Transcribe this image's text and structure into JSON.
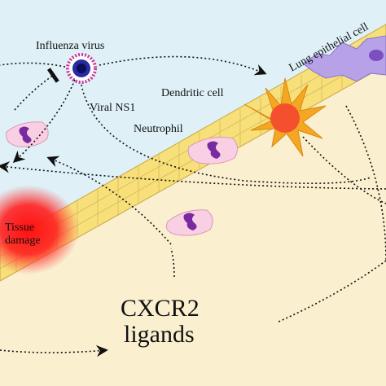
{
  "labels": {
    "influenza_virus": "Influenza virus",
    "lung_epithelial": "Lung epithelial cell",
    "dendritic_cell": "Dendritic cell",
    "viral_ns1": "Viral NS1",
    "neutrophil": "Neutrophil",
    "tissue_damage_line1": "Tissue",
    "tissue_damage_line2": "damage",
    "cxcr2_line1": "CXCR2",
    "cxcr2_line2": "ligands"
  },
  "colors": {
    "airway": "#dff1f7",
    "tissue": "#faefcf",
    "epithelium": "#f7df7a",
    "neutrophil": "#f9cfe3",
    "neutrophil_nucleus": "#7a2aa0",
    "dendritic": "#f4502d",
    "virus": "#2a2aa0",
    "damage": "#ff1a1a",
    "epithelial_cell_purple": "#b7a2e8"
  }
}
